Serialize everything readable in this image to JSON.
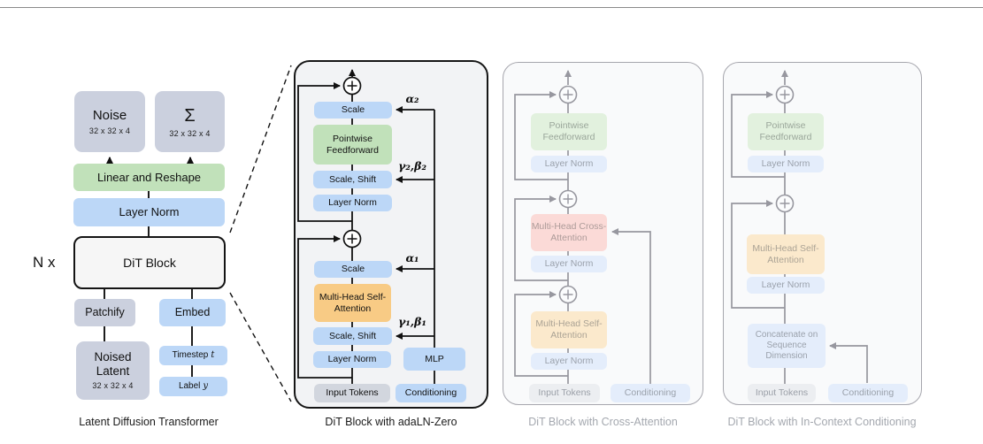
{
  "figure": {
    "title": "DiT architecture figure",
    "colors": {
      "blue": "#bcd7f7",
      "green": "#c1e1ba",
      "orange": "#f8cb85",
      "pink": "#f9c9c4",
      "gray_box": "#cbd0de",
      "panel_main_bg": "#f2f3f5",
      "panel_main_border": "#161616",
      "ghost_stroke": "#97979f",
      "ghost_text": "#a4a8af"
    }
  },
  "panels": {
    "latent": {
      "caption": "Latent Diffusion Transformer",
      "n_x": "N x",
      "noise": {
        "label": "Noise",
        "dims": "32 x 32 x 4"
      },
      "sigma": {
        "label": "Σ",
        "dims": "32 x 32 x 4"
      },
      "linear_reshape": "Linear and Reshape",
      "layer_norm": "Layer Norm",
      "dit_block": "DiT Block",
      "patchify": "Patchify",
      "embed": "Embed",
      "noised_latent": {
        "label": "Noised Latent",
        "dims": "32 x 32 x 4"
      },
      "timestep": {
        "label": "Timestep",
        "var": "t"
      },
      "label_y": {
        "label": "Label",
        "var": "y"
      }
    },
    "adaln": {
      "caption": "DiT Block with adaLN-Zero",
      "scale_2": "Scale",
      "alpha_2": "α₂",
      "pointwise_feedforward": "Pointwise Feedforward",
      "scale_shift_2": "Scale, Shift",
      "gamma_beta_2": "γ₂,β₂",
      "layer_norm_2": "Layer Norm",
      "scale_1": "Scale",
      "alpha_1": "α₁",
      "multi_head_self_attention": "Multi-Head Self-Attention",
      "scale_shift_1": "Scale, Shift",
      "gamma_beta_1": "γ₁,β₁",
      "layer_norm_1": "Layer Norm",
      "input_tokens": "Input Tokens",
      "mlp": "MLP",
      "conditioning": "Conditioning"
    },
    "cross": {
      "caption": "DiT Block with Cross-Attention",
      "pointwise_feedforward": "Pointwise Feedforward",
      "layer_norm_top": "Layer Norm",
      "multi_head_cross_attention": "Multi-Head Cross-Attention",
      "layer_norm_mid": "Layer Norm",
      "multi_head_self_attention": "Multi-Head Self-Attention",
      "layer_norm_bottom": "Layer Norm",
      "input_tokens": "Input Tokens",
      "conditioning": "Conditioning"
    },
    "incontext": {
      "caption": "DiT Block with In-Context Conditioning",
      "pointwise_feedforward": "Pointwise Feedforward",
      "layer_norm_top": "Layer Norm",
      "multi_head_self_attention": "Multi-Head Self-Attention",
      "layer_norm_mid": "Layer Norm",
      "concatenate": "Concatenate on Sequence Dimension",
      "input_tokens": "Input Tokens",
      "conditioning": "Conditioning"
    }
  }
}
